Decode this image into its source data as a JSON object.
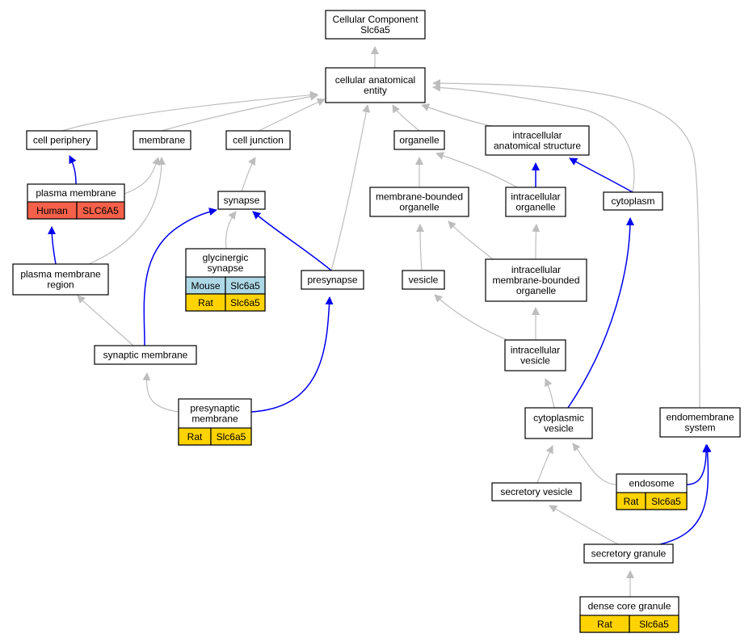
{
  "title": "Cellular Component\nSlc6a5",
  "colors": {
    "edge_default": "#bdbdbd",
    "edge_highlight": "#0000ee",
    "human": "#f4604a",
    "mouse": "#add8e6",
    "rat": "#ffd300"
  },
  "nodes": [
    {
      "id": "root",
      "label": "Cellular Component\nSlc6a5"
    },
    {
      "id": "cae",
      "label": "cellular anatomical\nentity"
    },
    {
      "id": "cell_periphery",
      "label": "cell periphery"
    },
    {
      "id": "membrane",
      "label": "membrane"
    },
    {
      "id": "cell_junction",
      "label": "cell junction"
    },
    {
      "id": "organelle",
      "label": "organelle"
    },
    {
      "id": "ias",
      "label": "intracellular\nanatomical structure"
    },
    {
      "id": "plasma_membrane",
      "label": "plasma membrane",
      "tags": [
        {
          "species": "Human",
          "gene": "SLC6A5"
        }
      ]
    },
    {
      "id": "synapse",
      "label": "synapse"
    },
    {
      "id": "mbo",
      "label": "membrane-bounded\norganelle"
    },
    {
      "id": "io",
      "label": "intracellular\norganelle"
    },
    {
      "id": "cytoplasm",
      "label": "cytoplasm"
    },
    {
      "id": "glycinergic",
      "label": "glycinergic\nsynapse",
      "tags": [
        {
          "species": "Mouse",
          "gene": "Slc6a5"
        },
        {
          "species": "Rat",
          "gene": "Slc6a5"
        }
      ]
    },
    {
      "id": "pmr",
      "label": "plasma membrane\nregion"
    },
    {
      "id": "presynapse",
      "label": "presynapse"
    },
    {
      "id": "vesicle",
      "label": "vesicle"
    },
    {
      "id": "imbo",
      "label": "intracellular\nmembrane-bounded\norganelle"
    },
    {
      "id": "synaptic_membrane",
      "label": "synaptic membrane"
    },
    {
      "id": "iv",
      "label": "intracellular\nvesicle"
    },
    {
      "id": "presyn_membrane",
      "label": "presynaptic\nmembrane",
      "tags": [
        {
          "species": "Rat",
          "gene": "Slc6a5"
        }
      ]
    },
    {
      "id": "cyto_vesicle",
      "label": "cytoplasmic\nvesicle"
    },
    {
      "id": "endomembrane",
      "label": "endomembrane\nsystem"
    },
    {
      "id": "endosome",
      "label": "endosome",
      "tags": [
        {
          "species": "Rat",
          "gene": "Slc6a5"
        }
      ]
    },
    {
      "id": "secretory_vesicle",
      "label": "secretory vesicle"
    },
    {
      "id": "secretory_granule",
      "label": "secretory granule"
    },
    {
      "id": "dcg",
      "label": "dense core granule",
      "tags": [
        {
          "species": "Rat",
          "gene": "Slc6a5"
        }
      ]
    }
  ],
  "edges": [
    {
      "from": "cae",
      "to": "root",
      "highlight": false
    },
    {
      "from": "cell_periphery",
      "to": "cae",
      "highlight": false
    },
    {
      "from": "membrane",
      "to": "cae",
      "highlight": false
    },
    {
      "from": "cell_junction",
      "to": "cae",
      "highlight": false
    },
    {
      "from": "organelle",
      "to": "cae",
      "highlight": false
    },
    {
      "from": "ias",
      "to": "cae",
      "highlight": false
    },
    {
      "from": "presynapse",
      "to": "cae",
      "highlight": false
    },
    {
      "from": "cytoplasm",
      "to": "cae",
      "highlight": false
    },
    {
      "from": "endomembrane",
      "to": "cae",
      "highlight": false
    },
    {
      "from": "plasma_membrane",
      "to": "cell_periphery",
      "highlight": true
    },
    {
      "from": "plasma_membrane",
      "to": "membrane",
      "highlight": false
    },
    {
      "from": "pmr",
      "to": "membrane",
      "highlight": false
    },
    {
      "from": "pmr",
      "to": "plasma_membrane",
      "highlight": true
    },
    {
      "from": "synapse",
      "to": "cell_junction",
      "highlight": false
    },
    {
      "from": "glycinergic",
      "to": "synapse",
      "highlight": false
    },
    {
      "from": "synaptic_membrane",
      "to": "synapse",
      "highlight": true
    },
    {
      "from": "presynapse",
      "to": "synapse",
      "highlight": true
    },
    {
      "from": "synaptic_membrane",
      "to": "pmr",
      "highlight": false
    },
    {
      "from": "presyn_membrane",
      "to": "synaptic_membrane",
      "highlight": false
    },
    {
      "from": "presyn_membrane",
      "to": "presynapse",
      "highlight": true
    },
    {
      "from": "mbo",
      "to": "organelle",
      "highlight": false
    },
    {
      "from": "io",
      "to": "organelle",
      "highlight": false
    },
    {
      "from": "io",
      "to": "ias",
      "highlight": true
    },
    {
      "from": "cytoplasm",
      "to": "ias",
      "highlight": true
    },
    {
      "from": "vesicle",
      "to": "mbo",
      "highlight": false
    },
    {
      "from": "imbo",
      "to": "mbo",
      "highlight": false
    },
    {
      "from": "imbo",
      "to": "io",
      "highlight": false
    },
    {
      "from": "iv",
      "to": "vesicle",
      "highlight": false
    },
    {
      "from": "iv",
      "to": "imbo",
      "highlight": false
    },
    {
      "from": "cyto_vesicle",
      "to": "iv",
      "highlight": false
    },
    {
      "from": "cyto_vesicle",
      "to": "cytoplasm",
      "highlight": true
    },
    {
      "from": "endosome",
      "to": "cyto_vesicle",
      "highlight": false
    },
    {
      "from": "endosome",
      "to": "endomembrane",
      "highlight": true
    },
    {
      "from": "secretory_vesicle",
      "to": "cyto_vesicle",
      "highlight": false
    },
    {
      "from": "secretory_granule",
      "to": "secretory_vesicle",
      "highlight": false
    },
    {
      "from": "secretory_granule",
      "to": "endomembrane",
      "highlight": true
    },
    {
      "from": "dcg",
      "to": "secretory_granule",
      "highlight": false
    }
  ]
}
